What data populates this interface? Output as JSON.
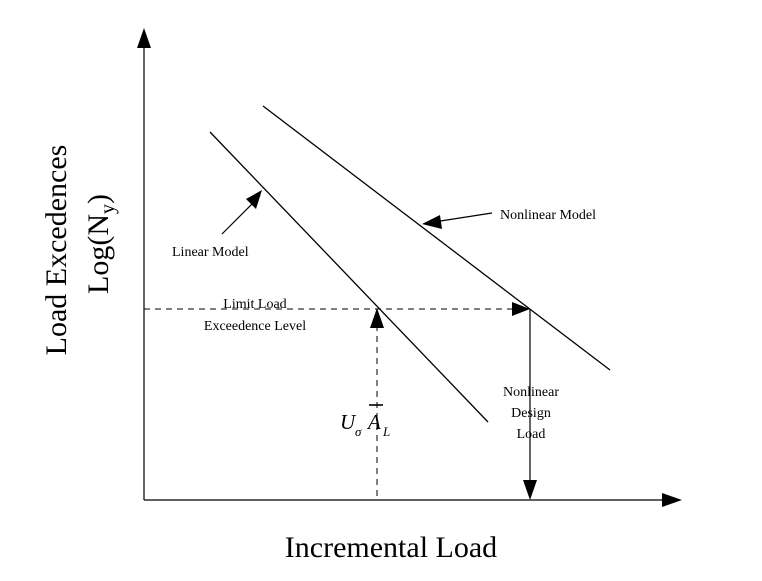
{
  "axes": {
    "x_title": "Incremental Load",
    "y_title_line1": "Load Excedences",
    "y_title_line2_prefix": "Log(N",
    "y_title_line2_sub": "y",
    "y_title_line2_suffix": ")"
  },
  "lines": {
    "linear_label": "Linear Model",
    "nonlinear_label": "Nonlinear Model"
  },
  "annotations": {
    "limit_line1": "Limit Load",
    "limit_line2": "Exceedence Level",
    "design_line1": "Nonlinear",
    "design_line2": "Design",
    "design_line3": "Load",
    "sym_u": "U",
    "sym_sigma": "σ",
    "sym_a": "A",
    "sym_l": "L"
  }
}
